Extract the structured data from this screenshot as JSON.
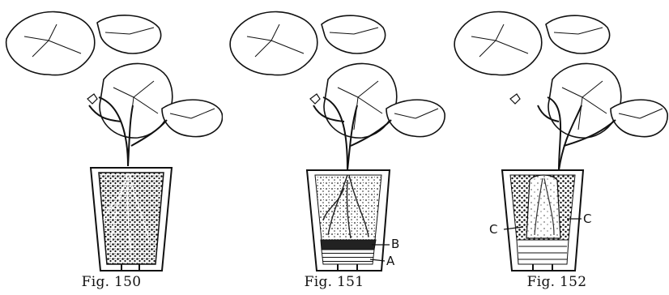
{
  "figures": [
    {
      "caption": "Fig. 150",
      "variant": "plain"
    },
    {
      "caption": "Fig. 151",
      "variant": "drainage",
      "labels": {
        "upper": "B",
        "lower": "A"
      }
    },
    {
      "caption": "Fig. 152",
      "variant": "ball",
      "labels": {
        "left": "C",
        "right": "C"
      }
    }
  ],
  "colors": {
    "ink": "#111111",
    "paper": "#ffffff",
    "soil": "#2a2a2a"
  }
}
